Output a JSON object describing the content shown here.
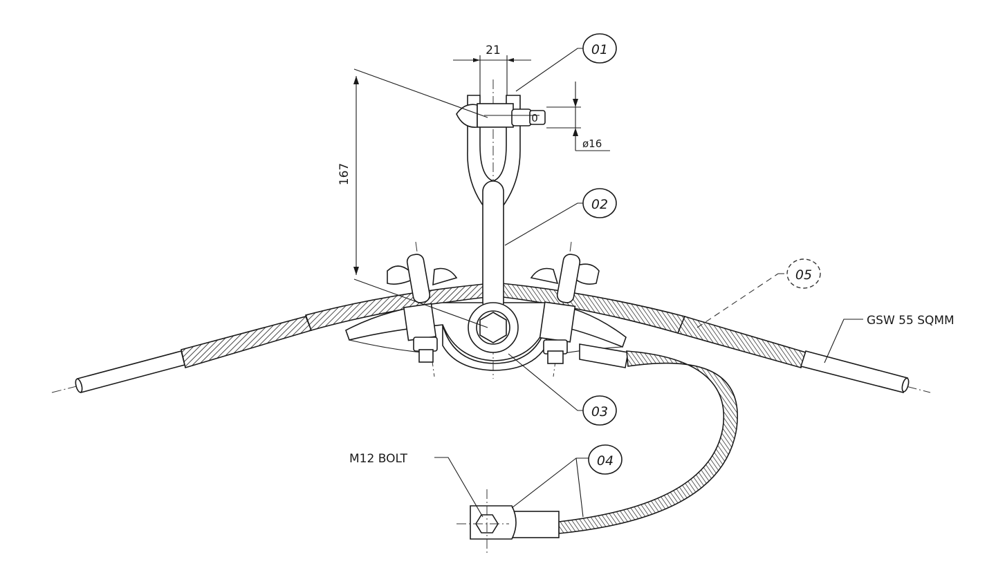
{
  "dimensions": {
    "width_label": "21",
    "height_label": "167",
    "diameter_label": "ø16"
  },
  "callouts": [
    {
      "id": "01",
      "label": "01"
    },
    {
      "id": "02",
      "label": "02"
    },
    {
      "id": "03",
      "label": "03"
    },
    {
      "id": "04",
      "label": "04"
    },
    {
      "id": "05",
      "label": "05"
    }
  ],
  "labels": {
    "conductor": "GSW 55 SQMM",
    "bolt": "M12 BOLT",
    "pin_mark": "0"
  },
  "colors": {
    "line": "#1a1a1a",
    "background": "#ffffff"
  }
}
